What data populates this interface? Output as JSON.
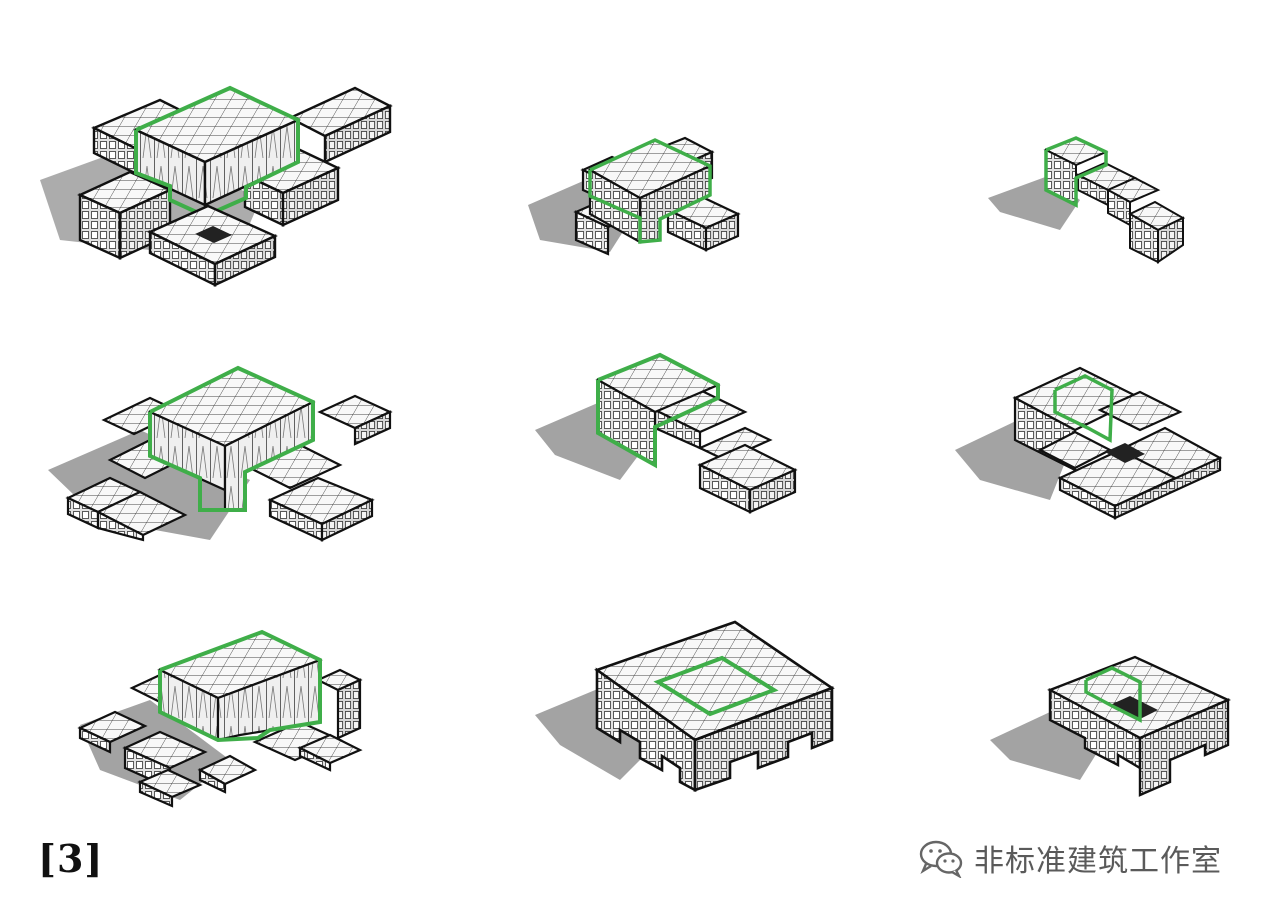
{
  "figure_label": "[3]",
  "watermark": {
    "text": "非标准建筑工作室",
    "icon": "wechat-icon"
  },
  "colors": {
    "highlight": "#3fae49",
    "outline": "#111111",
    "face_top": "#f7f7f7",
    "face_side": "#dcdcdc",
    "shadow": "#9a9a9a"
  },
  "diagrams": [
    {
      "name": "complex-cross-with-courtyard-block"
    },
    {
      "name": "cross-compact"
    },
    {
      "name": "tower-with-stepped-wing"
    },
    {
      "name": "complex-stepped-terraces"
    },
    {
      "name": "block-with-stepped-terrace"
    },
    {
      "name": "u-shaped-stepped-courtyard"
    },
    {
      "name": "complex-clustered-blocks"
    },
    {
      "name": "flat-slab-with-notched-base"
    },
    {
      "name": "compact-courtyard-block"
    }
  ]
}
